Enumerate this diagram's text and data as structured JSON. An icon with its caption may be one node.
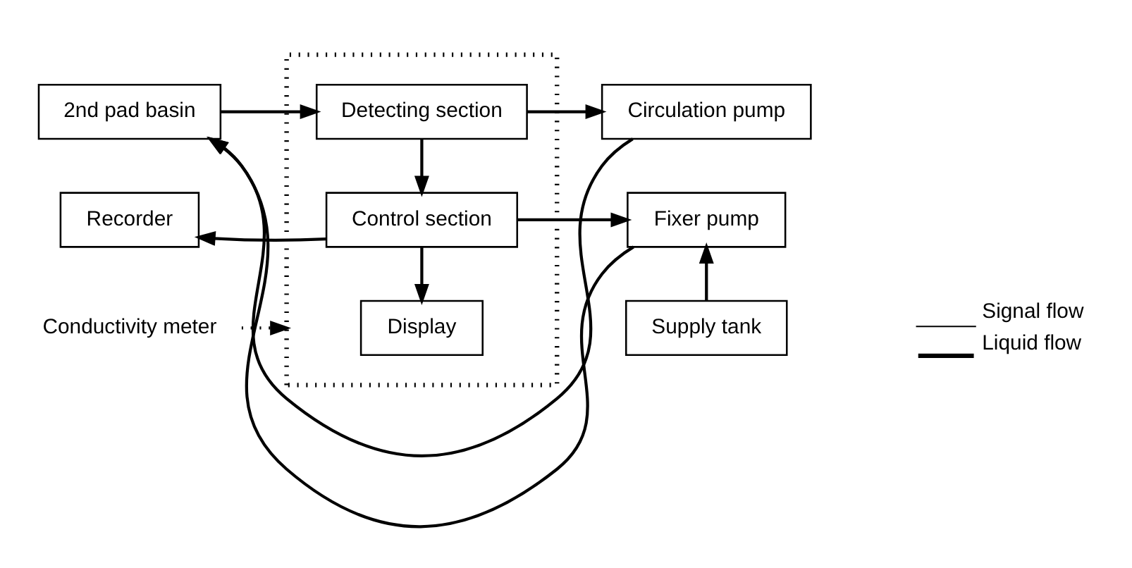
{
  "diagram": {
    "nodes": [
      {
        "text": [
          "2nd pad basin"
        ]
      },
      {
        "text": [],
        "shape": "box"
      },
      {
        "text": [
          "Detecting section"
        ],
        "in": 1
      },
      {
        "text": [
          "Control section"
        ],
        "in": 1
      },
      {
        "text": [
          "Display"
        ],
        "in": 1
      },
      {
        "text": [
          "Circulation pump"
        ]
      },
      {
        "text": [
          "Recorder"
        ]
      },
      {
        "text": [
          "Fixer pump"
        ]
      },
      {
        "text": [
          "Supply tank"
        ]
      },
      {
        "text": [
          "Conductivity meter"
        ]
      }
    ],
    "edges": [
      {
        "from": 0,
        "to": 2,
        "arrow": "to"
      },
      {
        "from": 2,
        "to": 5,
        "arrow": "to"
      },
      {
        "from": 5,
        "to": 0,
        "arrow": "to"
      },
      {
        "from": 7,
        "to": 0,
        "arrow": "to"
      },
      {
        "from": 2,
        "to": 3,
        "arrow": "to"
      },
      {
        "from": 3,
        "to": 6,
        "arrow": "to"
      },
      {
        "from": 3,
        "to": 7,
        "arrow": "to"
      },
      {
        "from": 3,
        "to": 4,
        "arrow": "to"
      },
      {
        "from": 8,
        "to": 7,
        "arrow": "to"
      },
      {
        "from": 9,
        "to": 1,
        "arrow": "to",
        "style": "dashed"
      }
    ],
    "legend": [
      {
        "text": "Signal flow"
      },
      {
        "text": "Liquid flow"
      }
    ]
  }
}
